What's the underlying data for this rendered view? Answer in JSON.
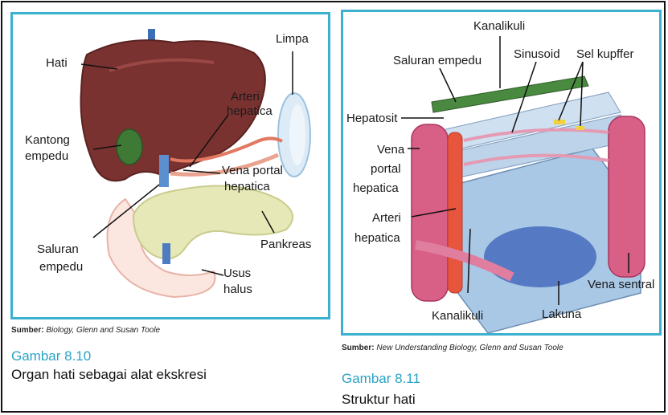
{
  "figure_left": {
    "labels": {
      "hati": "Hati",
      "limpa": "Limpa",
      "arteri": "Arteri",
      "hepatica": "hepatica",
      "kantong": "Kantong",
      "empedu": "empedu",
      "vena_portal": "Vena portal",
      "hepatica2": "hepatica",
      "saluran": "Saluran",
      "empedu2": "empedu",
      "pankreas": "Pankreas",
      "usus": "Usus",
      "halus": "halus"
    },
    "source_prefix": "Sumber:",
    "source_text": "Biology, Glenn and Susan Toole",
    "number": "Gambar 8.10",
    "caption": "Organ hati sebagai alat ekskresi"
  },
  "figure_right": {
    "labels": {
      "kanalikuli_top": "Kanalikuli",
      "saluran_empedu": "Saluran empedu",
      "sinusoid": "Sinusoid",
      "sel_kupffer": "Sel kupffer",
      "hepatosit": "Hepatosit",
      "vena": "Vena",
      "portal": "portal",
      "hepatica": "hepatica",
      "arteri": "Arteri",
      "hepatica2": "hepatica",
      "vena_sentral": "Vena sentral",
      "kanalikuli_bottom": "Kanalikuli",
      "lakuna": "Lakuna"
    },
    "source_prefix": "Sumber:",
    "source_text": "New Understanding Biology, Glenn and Susan Toole",
    "number": "Gambar 8.11",
    "caption": "Struktur hati"
  },
  "colors": {
    "frame": "#3bb0cf",
    "figure_number": "#2aa3c6",
    "liver": "#7a3230",
    "gallbladder": "#3e7a35",
    "pancreas": "#e6e8b8",
    "vessel_pink": "#d85f86",
    "hepatocyte_blue": "#9fc0e0"
  }
}
